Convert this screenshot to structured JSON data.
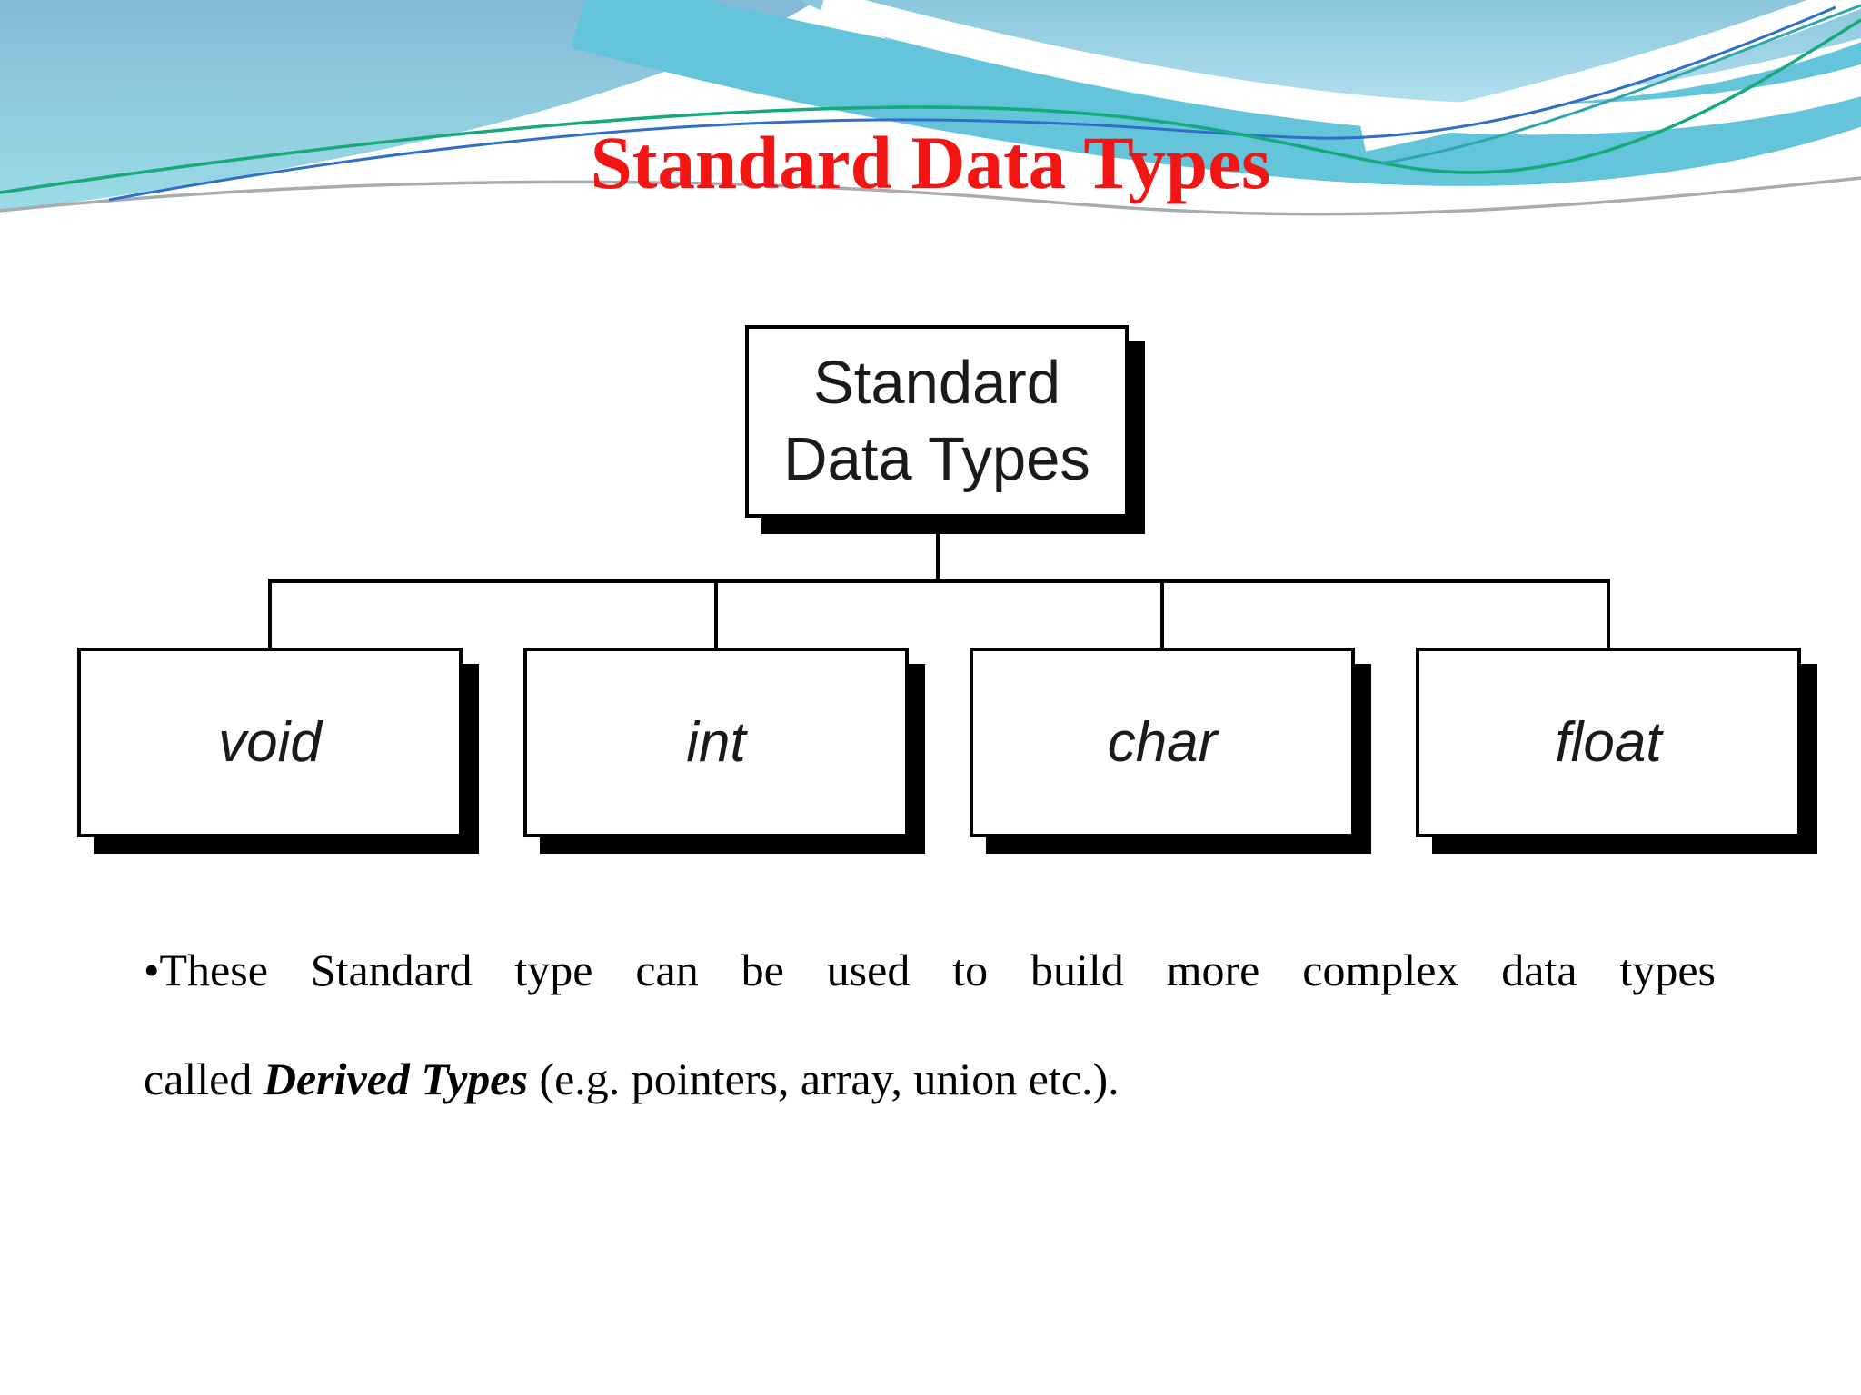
{
  "title": {
    "text": "Standard Data Types",
    "color": "#f31414"
  },
  "diagram": {
    "root": {
      "line1": "Standard",
      "line2": "Data Types"
    },
    "children": [
      "void",
      "int",
      "char",
      "float"
    ],
    "box_fill": "#ffffff",
    "box_border": "#000000",
    "box_shadow": "#000000",
    "connector_color": "#000000"
  },
  "bullet": {
    "line1": "•These Standard type can be used to build more complex data types",
    "line2_prefix": "called ",
    "line2_emphasis": "Derived Types",
    "line2_suffix": " (e.g. pointers, array, union etc.).",
    "text_color": "#000000"
  },
  "header_decoration": {
    "sky_top_color": "#8ec4de",
    "sky_bottom_color": "#9adce6",
    "right_wave_top_color": "#8ac6dc",
    "right_wave_bottom_color": "#b5e1ef",
    "ribbon_color": "#63c4da",
    "line_green": "#17a97b",
    "line_blue": "#2f6fc8",
    "line_gray": "#a6adb0",
    "line_teal": "#2fa6ab"
  }
}
